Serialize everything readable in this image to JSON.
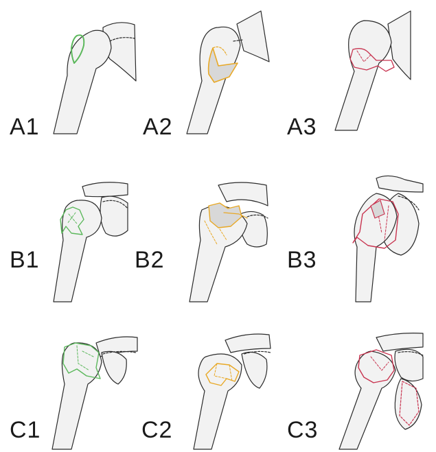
{
  "figure": {
    "panels": [
      {
        "id": "A1",
        "label": "A1",
        "color": "#5cb85c"
      },
      {
        "id": "A2",
        "label": "A2",
        "color": "#e8a825"
      },
      {
        "id": "A3",
        "label": "A3",
        "color": "#c8334f"
      },
      {
        "id": "B1",
        "label": "B1",
        "color": "#5cb85c"
      },
      {
        "id": "B2",
        "label": "B2",
        "color": "#e8a825"
      },
      {
        "id": "B3",
        "label": "B3",
        "color": "#c8334f"
      },
      {
        "id": "C1",
        "label": "C1",
        "color": "#5cb85c"
      },
      {
        "id": "C2",
        "label": "C2",
        "color": "#e8a825"
      },
      {
        "id": "C3",
        "label": "C3",
        "color": "#c8334f"
      }
    ],
    "bone_fill": "#f2f2f2",
    "outline_color": "#2a2a2a"
  }
}
